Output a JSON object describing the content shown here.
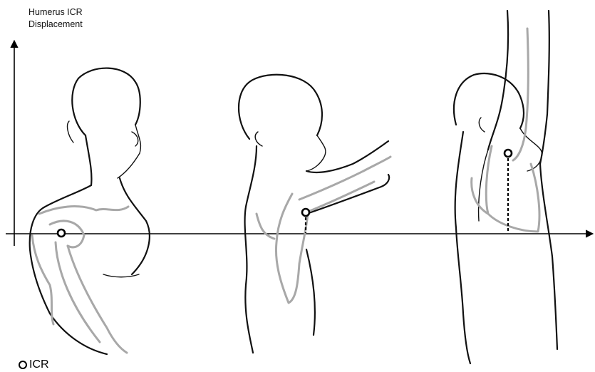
{
  "axis": {
    "y_label_line1": "Humerus ICR",
    "y_label_line2": "Displacement"
  },
  "legend": {
    "label": "ICR"
  },
  "figures": [
    {
      "name": "arm-at-side",
      "icr_displacement": 0
    },
    {
      "name": "arm-raised-90",
      "icr_displacement": 1
    },
    {
      "name": "arm-overhead",
      "icr_displacement": 3
    }
  ],
  "colors": {
    "outline": "#111111",
    "bone": "#a8a8a8",
    "axis": "#000000"
  }
}
